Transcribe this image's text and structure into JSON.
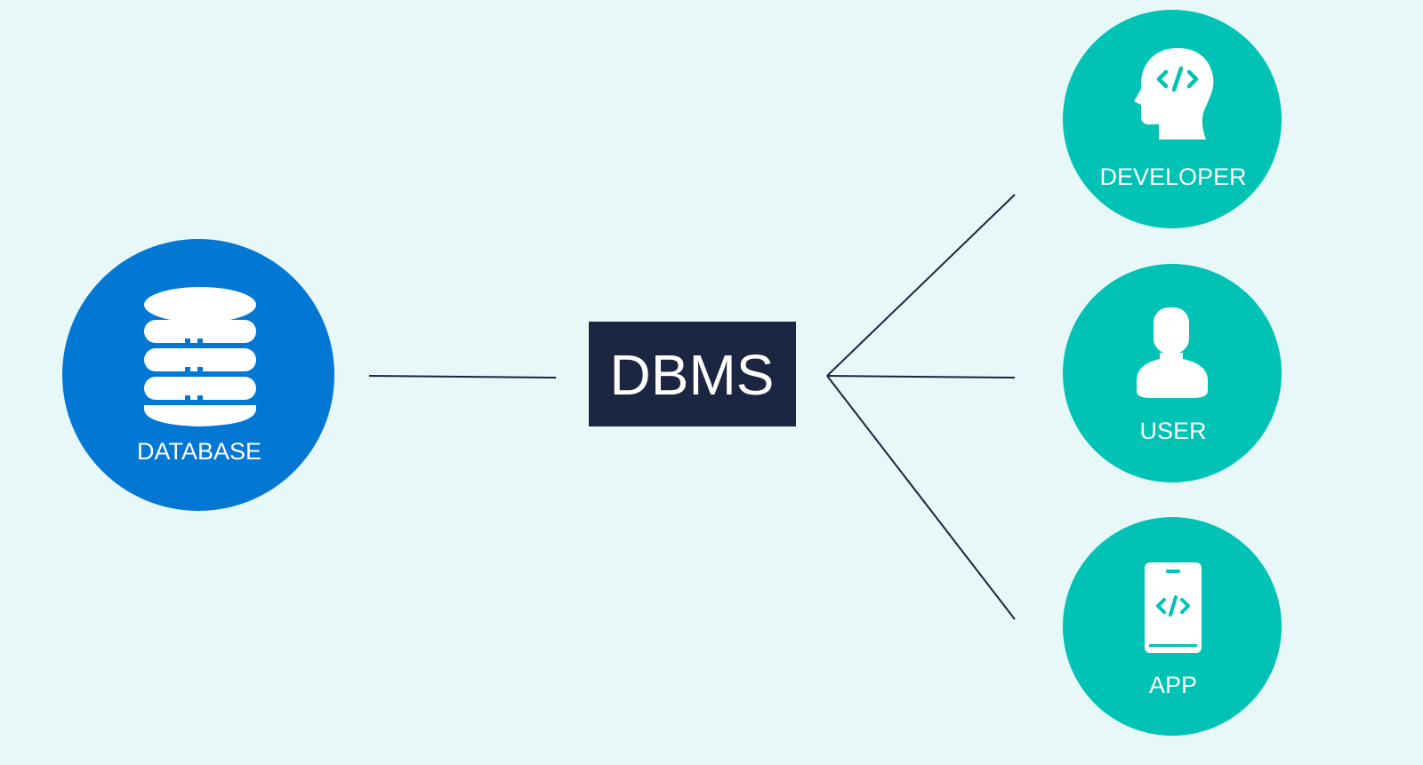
{
  "nodes": {
    "database": {
      "label": "DATABASE",
      "icon": "database-icon"
    },
    "dbms": {
      "label": "DBMS"
    },
    "developer": {
      "label": "DEVELOPER",
      "icon": "developer-head-code-icon"
    },
    "user": {
      "label": "USER",
      "icon": "user-icon"
    },
    "app": {
      "label": "APP",
      "icon": "mobile-app-code-icon"
    }
  },
  "colors": {
    "background": "#e8f7f8",
    "database": "#0277d4",
    "dbms_box": "#1c2541",
    "consumer": "#00c2b5",
    "connector": "#1c2541",
    "icon": "#ffffff"
  }
}
